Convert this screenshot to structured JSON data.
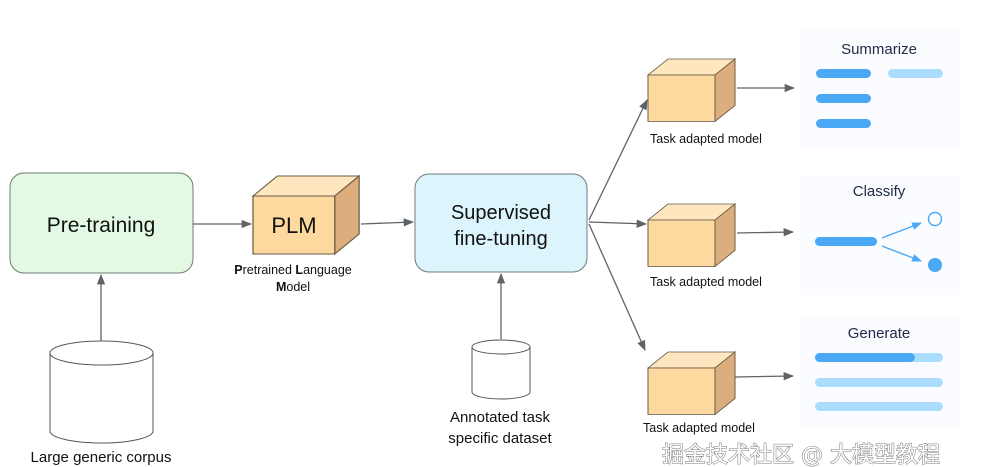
{
  "nodes": {
    "pretraining": "Pre-training",
    "plm": "PLM",
    "plm_caption": {
      "line1_b1": "P",
      "line1_r1": "retrained ",
      "line1_b2": "L",
      "line1_r2": "anguage",
      "line2_b": "M",
      "line2_r": "odel"
    },
    "finetune_line1": "Supervised",
    "finetune_line2": "fine-tuning",
    "corpus": "Large generic corpus",
    "dataset_line1": "Annotated task",
    "dataset_line2": "specific dataset",
    "task_models": [
      "Task adapted model",
      "Task adapted model",
      "Task adapted model"
    ]
  },
  "outputs": {
    "summarize": "Summarize",
    "classify": "Classify",
    "generate": "Generate",
    "generate_progress": 0.78
  },
  "colors": {
    "pretrain_fill": "#e4f9e4",
    "finetune_fill": "#dcf5fc",
    "cube_front": "#fdd9a0",
    "cube_top": "#fee6bf",
    "cube_side": "#dcae7e",
    "bar_dark": "#4aa8f5",
    "bar_light": "#a9dcfd"
  },
  "watermark": "掘金技术社区 @ 大模型教程"
}
